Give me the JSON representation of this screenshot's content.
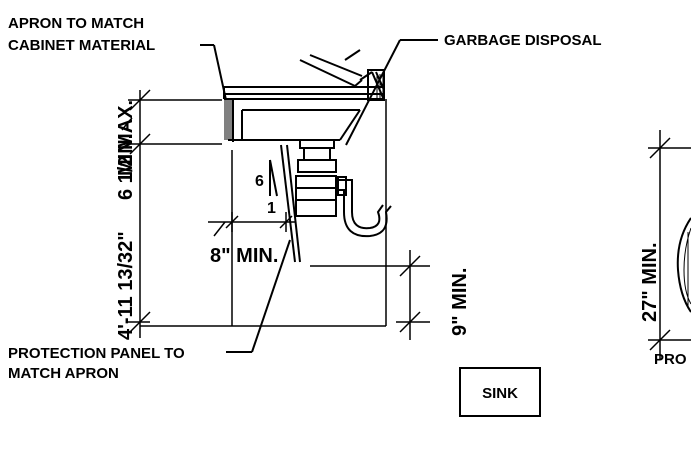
{
  "labels": {
    "apron_line1": "APRON TO MATCH",
    "apron_line2": "CABINET MATERIAL",
    "garbage_disposal": "GARBAGE DISPOSAL",
    "protection_line1": "PROTECTION PANEL TO",
    "protection_line2": "MATCH APRON",
    "sink_box": "SINK",
    "slope_rise": "6",
    "slope_run": "1"
  },
  "dimensions": {
    "overall_height": "4'-11 13/32\"",
    "apron_depth": "6 1/2 MAX.",
    "apron_depth_min": "MIN.",
    "knee_clearance": "8\" MIN.",
    "toe_clearance": "9\" MIN.",
    "right_height": "27\" MIN."
  },
  "partial_labels": {
    "right_panel_cut": "PRO"
  },
  "colors": {
    "line": "#000000",
    "background": "#ffffff"
  }
}
